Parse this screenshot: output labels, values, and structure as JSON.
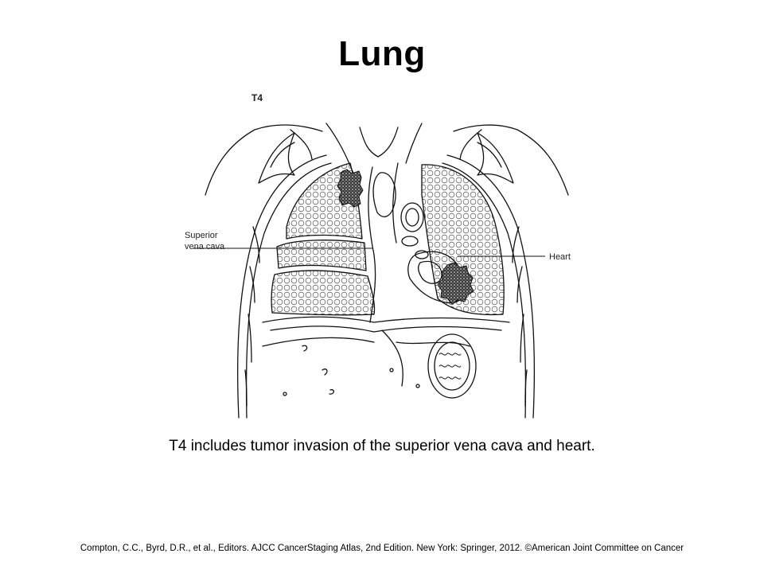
{
  "slide": {
    "title": "Lung",
    "caption": "T4 includes tumor invasion of the superior vena cava and heart.",
    "credit": "Compton, C.C., Byrd, D.R., et al., Editors. AJCC CancerStaging Atlas, 2nd Edition. New York: Springer, 2012. ©American Joint Committee on Cancer"
  },
  "figure": {
    "stage_label": "T4",
    "label_svc_line1": "Superior",
    "label_svc_line2": "vena cava",
    "label_heart": "Heart"
  },
  "colors": {
    "ink": "#111111",
    "tumor": "#2a2a2a",
    "background": "#ffffff"
  }
}
